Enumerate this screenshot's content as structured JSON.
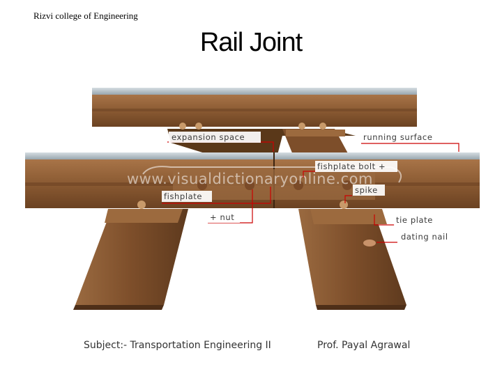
{
  "header": {
    "college": "Rizvi college of Engineering",
    "title": "Rail Joint"
  },
  "diagram": {
    "watermark": "www.visualdictionaryonline.com",
    "labels": {
      "expansion_space": "expansion space",
      "running_surface": "running surface",
      "fishplate_bolt": "fishplate bolt +",
      "spike": "spike",
      "fishplate": "fishplate",
      "nut": "+ nut",
      "tie_plate": "tie plate",
      "dating_nail": "dating nail"
    }
  },
  "footer": {
    "subject": "Subject:- Transportation Engineering II",
    "professor": "Prof. Payal Agrawal"
  },
  "colors": {
    "rail_web": "#8a5a32",
    "rail_top": "#b8c4cc",
    "sleeper": "#7d4e2a",
    "leader": "#cc0000"
  }
}
